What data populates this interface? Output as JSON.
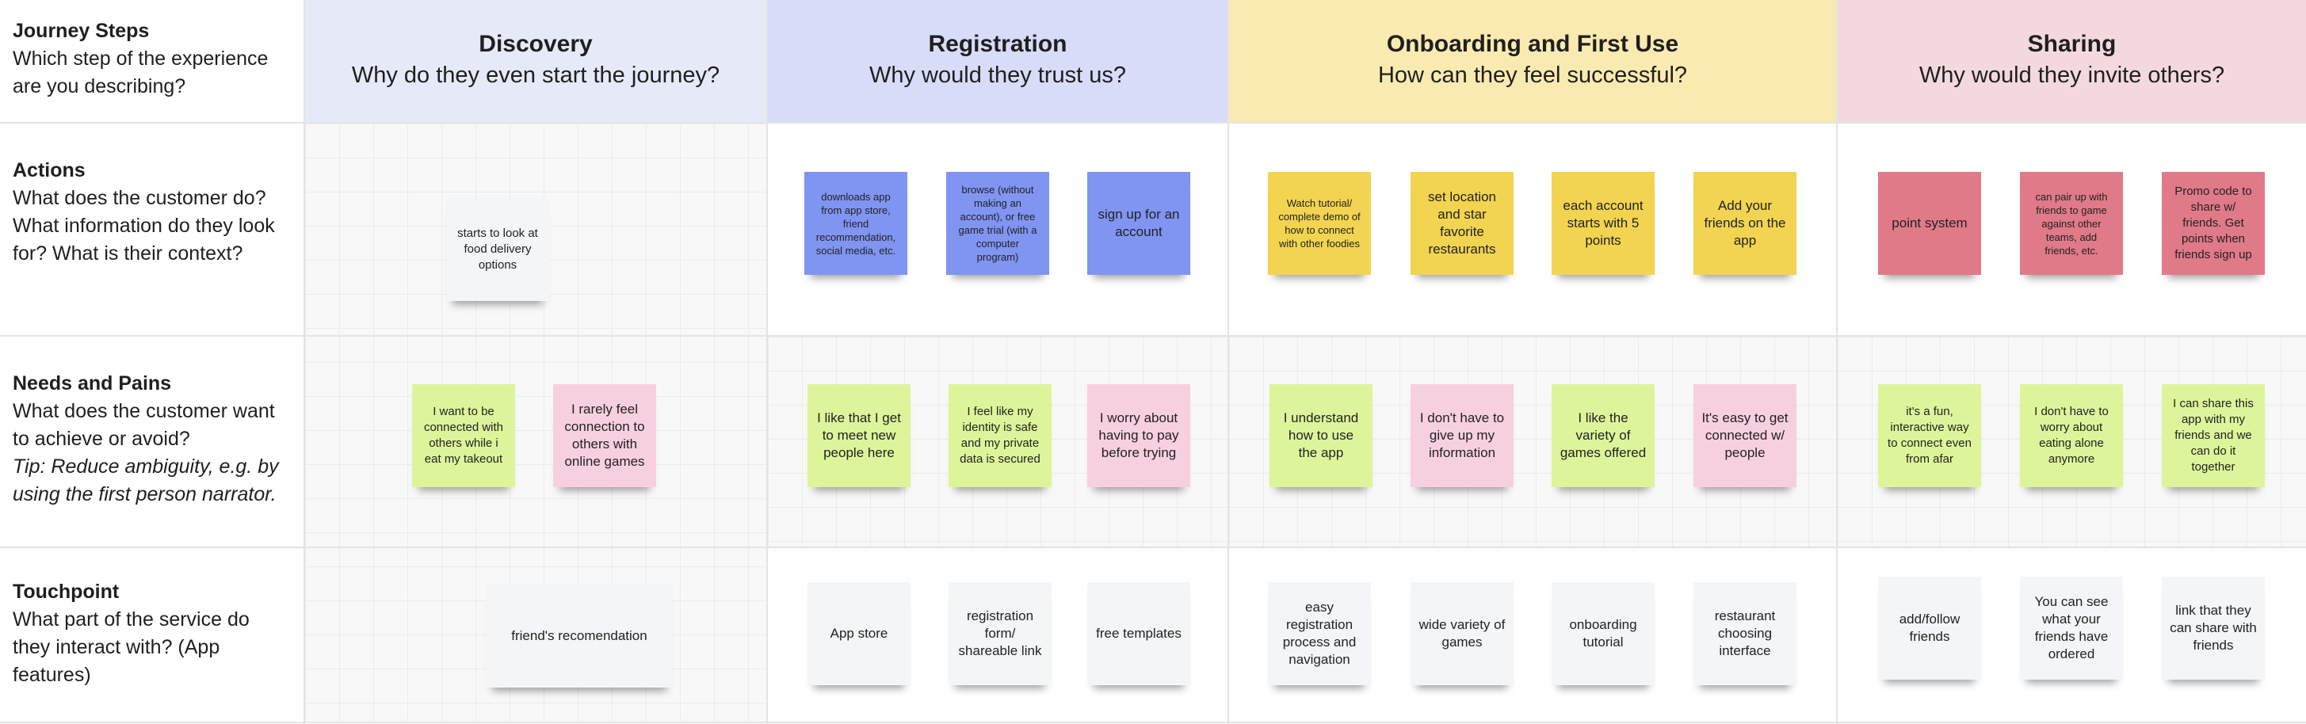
{
  "colors": {
    "discovery_head": "#e6e9f8",
    "registration_head": "#d8dcf8",
    "onboarding_head": "#f9eab0",
    "sharing_head": "#f3d9df",
    "note_blue": "#8094f2",
    "note_yellow": "#f2d450",
    "note_red": "#e07a88",
    "note_green": "#def49a",
    "note_pink": "#f7d0df",
    "note_gray": "#f4f5f7",
    "note_light": "#f3f4f6"
  },
  "rows": {
    "journey": {
      "title": "Journey Steps",
      "question": "Which step of the experience are you describing?"
    },
    "actions": {
      "title": "Actions",
      "question": "What does the customer do? What information do they look for? What is their context?"
    },
    "needs": {
      "title": "Needs and Pains",
      "question": "What does the customer want to achieve or avoid?",
      "tip": "Tip: Reduce ambiguity, e.g. by using the first person narrator."
    },
    "touchpoint": {
      "title": "Touchpoint",
      "question": "What part of the service do they interact with? (App features)"
    }
  },
  "stages": [
    {
      "title": "Discovery",
      "question": "Why do they even start the journey?"
    },
    {
      "title": "Registration",
      "question": "Why would they trust us?"
    },
    {
      "title": "Onboarding and First Use",
      "question": "How can they feel successful?"
    },
    {
      "title": "Sharing",
      "question": "Why would they invite others?"
    }
  ],
  "notes": {
    "actions": [
      "starts to look at food delivery options",
      "downloads app from app store, friend recommendation, social media, etc.",
      "browse (without making an account), or free game trial (with a computer program)",
      "sign up for an account",
      "Watch tutorial/ complete demo of how to connect with other foodies",
      "set location and star favorite restaurants",
      "each account starts with 5 points",
      "Add your friends on the app",
      "point system",
      "can pair up with friends to game against other teams, add friends, etc.",
      "Promo code to share w/ friends. Get points when friends sign up"
    ],
    "needs": [
      "I want to be connected with others while i eat my takeout",
      "I rarely feel connection to others with online games",
      "I like that I get to meet new people here",
      "I feel like my identity is safe and my private  data is secured",
      "I worry about having to pay before trying",
      "I understand how to use the app",
      "I don't have to give up my information",
      "I like the variety of games offered",
      "It's easy to get connected w/ people",
      "it's a fun, interactive way to connect even from afar",
      "I don't have to worry about eating alone anymore",
      "I can share this app with my friends and we can do it together"
    ],
    "touchpoint": [
      "friend's recomendation",
      "App store",
      "registration form/ shareable link",
      "free templates",
      "easy registration process and navigation",
      "wide variety of games",
      "onboarding tutorial",
      "restaurant choosing interface",
      "add/follow friends",
      "You can see what your friends have ordered",
      "link that they can share with friends"
    ]
  }
}
